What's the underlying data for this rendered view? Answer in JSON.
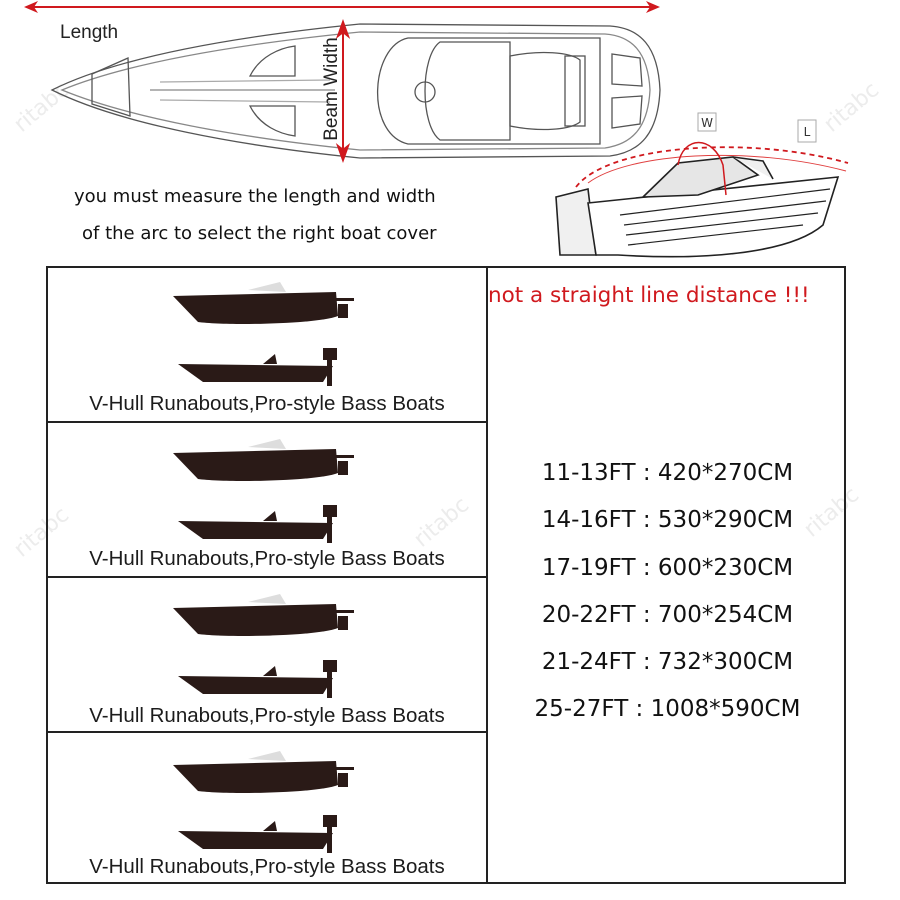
{
  "diagram": {
    "length_label": "Length",
    "beam_label": "Beam Width",
    "w_marker": "W",
    "l_marker": "L",
    "instructions": [
      "you must measure the length and width",
      "of the arc to select the right boat cover"
    ],
    "warning": "not a straight line distance !!!",
    "colors": {
      "accent_red": "#d0191e",
      "line": "#222222",
      "boat_silhouette": "#2a1a17"
    }
  },
  "table": {
    "rows": [
      {
        "caption": "V-Hull Runabouts,Pro-style Bass Boats"
      },
      {
        "caption": "V-Hull Runabouts,Pro-style Bass Boats"
      },
      {
        "caption": "V-Hull Runabouts,Pro-style Bass Boats"
      },
      {
        "caption": "V-Hull Runabouts,Pro-style Bass Boats"
      }
    ],
    "sizes": [
      {
        "range": "11-13FT",
        "dims": "420*270CM",
        "label": "11-13FT : 420*270CM"
      },
      {
        "range": "14-16FT",
        "dims": "530*290CM",
        "label": "14-16FT : 530*290CM"
      },
      {
        "range": "17-19FT",
        "dims": "600*230CM",
        "label": "17-19FT : 600*230CM"
      },
      {
        "range": "20-22FT",
        "dims": "700*254CM",
        "label": "20-22FT : 700*254CM"
      },
      {
        "range": "21-24FT",
        "dims": "732*300CM",
        "label": "21-24FT : 732*300CM"
      },
      {
        "range": "25-27FT",
        "dims": "1008*590CM",
        "label": "25-27FT : 1008*590CM"
      }
    ]
  },
  "watermark": "ritabc"
}
